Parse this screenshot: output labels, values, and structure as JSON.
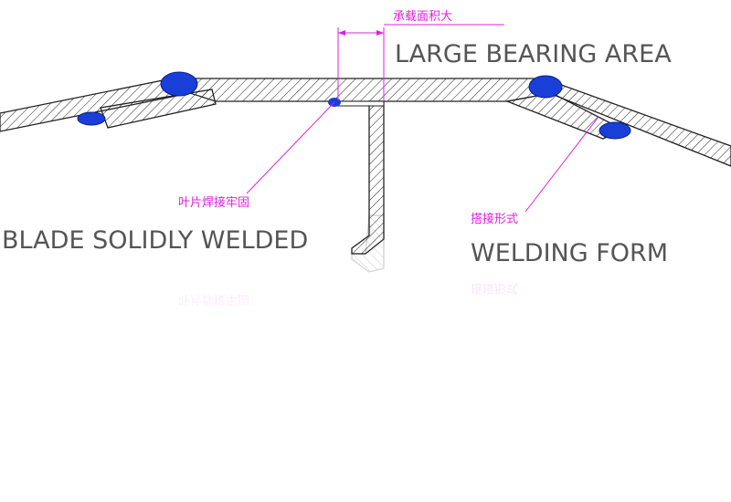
{
  "labels": {
    "bearing_cn": "承载面积大",
    "bearing_en": "LARGE BEARING AREA",
    "blade_cn": "叶片焊接牢固",
    "blade_en": "BLADE SOLIDLY WELDED",
    "form_cn": "搭接形式",
    "form_en": "WELDING FORM"
  },
  "colors": {
    "annotation": "#e020e0",
    "weld": "#1a3fd8",
    "text": "#555555",
    "line": "#222222"
  }
}
